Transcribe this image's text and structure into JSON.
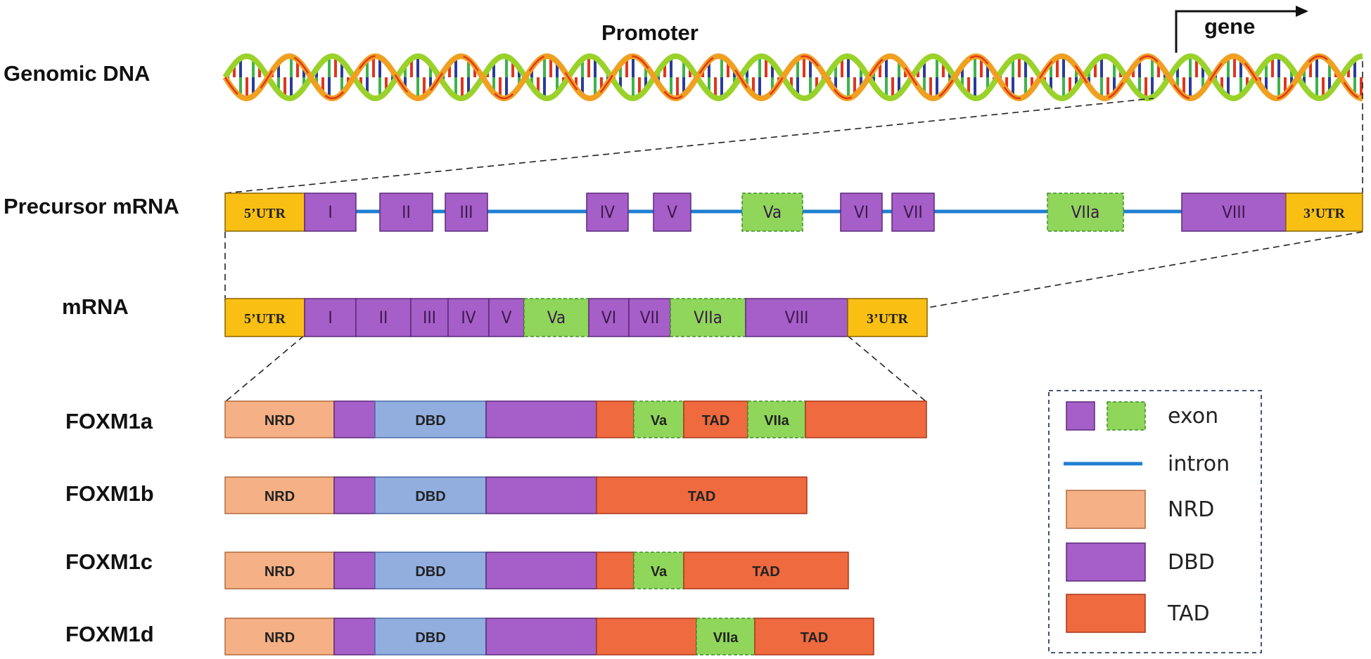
{
  "colors": {
    "utr": "#f9c013",
    "exon": "#a65ec8",
    "alt_exon": "#8fd65a",
    "intron": "#1f7fd1",
    "nrd": "#f5b085",
    "dbd": "#91aedf",
    "tad": "#ef6a3e",
    "strand_a": "#f0a020",
    "strand_b": "#9ad22a",
    "base_colors": [
      "#2a3b9c",
      "#ffffff",
      "#3fb34a",
      "#e0351f"
    ]
  },
  "dna": {
    "row_label": "Genomic DNA",
    "promoter_label": "Promoter",
    "gene_label": "gene"
  },
  "precursor": {
    "row_label": "Precursor mRNA",
    "segments": [
      {
        "label": "5’UTR",
        "kind": "utr"
      },
      {
        "label": "I",
        "kind": "exon"
      },
      {
        "label": "II",
        "kind": "exon"
      },
      {
        "label": "III",
        "kind": "exon"
      },
      {
        "label": "IV",
        "kind": "exon"
      },
      {
        "label": "V",
        "kind": "exon"
      },
      {
        "label": "Va",
        "kind": "alt"
      },
      {
        "label": "VI",
        "kind": "exon"
      },
      {
        "label": "VII",
        "kind": "exon"
      },
      {
        "label": "VIIa",
        "kind": "alt"
      },
      {
        "label": "VIII",
        "kind": "exon"
      },
      {
        "label": "3’UTR",
        "kind": "utr"
      }
    ]
  },
  "mrna": {
    "row_label": "mRNA",
    "segments": [
      {
        "label": "5’UTR",
        "kind": "utr"
      },
      {
        "label": "I",
        "kind": "exon"
      },
      {
        "label": "II",
        "kind": "exon"
      },
      {
        "label": "III",
        "kind": "exon"
      },
      {
        "label": "IV",
        "kind": "exon"
      },
      {
        "label": "V",
        "kind": "exon"
      },
      {
        "label": "Va",
        "kind": "alt"
      },
      {
        "label": "VI",
        "kind": "exon"
      },
      {
        "label": "VII",
        "kind": "exon"
      },
      {
        "label": "VIIa",
        "kind": "alt"
      },
      {
        "label": "VIII",
        "kind": "exon"
      },
      {
        "label": "3’UTR",
        "kind": "utr"
      }
    ]
  },
  "isoforms": [
    {
      "name": "FOXM1a",
      "segments": [
        {
          "label": "NRD",
          "kind": "nrd"
        },
        {
          "label": "",
          "kind": "exon"
        },
        {
          "label": "DBD",
          "kind": "dbd"
        },
        {
          "label": "",
          "kind": "exon"
        },
        {
          "label": "",
          "kind": "tad"
        },
        {
          "label": "Va",
          "kind": "alt"
        },
        {
          "label": "TAD",
          "kind": "tad"
        },
        {
          "label": "VIIa",
          "kind": "alt"
        },
        {
          "label": "",
          "kind": "tad"
        }
      ]
    },
    {
      "name": "FOXM1b",
      "segments": [
        {
          "label": "NRD",
          "kind": "nrd"
        },
        {
          "label": "",
          "kind": "exon"
        },
        {
          "label": "DBD",
          "kind": "dbd"
        },
        {
          "label": "",
          "kind": "exon"
        },
        {
          "label": "TAD",
          "kind": "tad"
        }
      ]
    },
    {
      "name": "FOXM1c",
      "segments": [
        {
          "label": "NRD",
          "kind": "nrd"
        },
        {
          "label": "",
          "kind": "exon"
        },
        {
          "label": "DBD",
          "kind": "dbd"
        },
        {
          "label": "",
          "kind": "exon"
        },
        {
          "label": "",
          "kind": "tad"
        },
        {
          "label": "Va",
          "kind": "alt"
        },
        {
          "label": "TAD",
          "kind": "tad"
        }
      ]
    },
    {
      "name": "FOXM1d",
      "segments": [
        {
          "label": "NRD",
          "kind": "nrd"
        },
        {
          "label": "",
          "kind": "exon"
        },
        {
          "label": "DBD",
          "kind": "dbd"
        },
        {
          "label": "",
          "kind": "exon"
        },
        {
          "label": "",
          "kind": "tad"
        },
        {
          "label": "VIIa",
          "kind": "alt"
        },
        {
          "label": "TAD",
          "kind": "tad"
        }
      ]
    }
  ],
  "legend": {
    "items": [
      {
        "label": "exon",
        "kind": "exon-pair"
      },
      {
        "label": "intron",
        "kind": "intron"
      },
      {
        "label": "NRD",
        "kind": "nrd"
      },
      {
        "label": "DBD",
        "kind": "exon"
      },
      {
        "label": "TAD",
        "kind": "tad"
      }
    ]
  }
}
